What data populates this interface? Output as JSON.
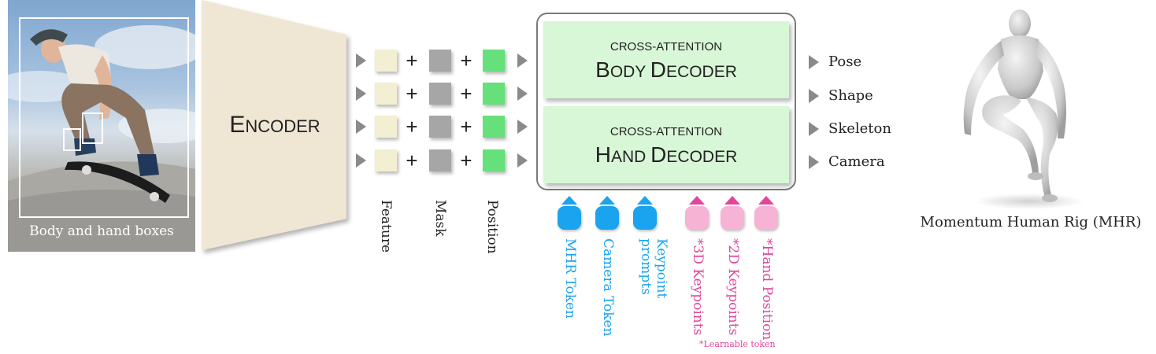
{
  "input": {
    "caption": "Body and hand boxes"
  },
  "encoder": {
    "label_first": "E",
    "label_rest": "NCODER"
  },
  "tokens": {
    "feature_label": "Feature",
    "mask_label": "Mask",
    "position_label": "Position",
    "plus": "+"
  },
  "decoders": [
    {
      "subtitle": "CROSS-ATTENTION",
      "title_first": "B",
      "title_rest": "ODY ",
      "title_second_first": "D",
      "title_second_rest": "ECODER"
    },
    {
      "subtitle": "CROSS-ATTENTION",
      "title_first": "H",
      "title_rest": "AND ",
      "title_second_first": "D",
      "title_second_rest": "ECODER"
    }
  ],
  "outputs": [
    "Pose",
    "Shape",
    "Skeleton",
    "Camera"
  ],
  "prompt_tokens": [
    {
      "label": "MHR Token",
      "color": "#1aa3ef"
    },
    {
      "label": "Camera Token",
      "color": "#1aa3ef"
    },
    {
      "label": "Keypoint prompts",
      "color": "#1aa3ef"
    },
    {
      "label": "*3D Keypoints",
      "color": "#e0479b"
    },
    {
      "label": "*2D Keypoints",
      "color": "#e0479b"
    },
    {
      "label": "*Hand Position",
      "color": "#e0479b"
    }
  ],
  "note": "*Learnable token",
  "model": {
    "caption": "Momentum Human Rig (MHR)"
  },
  "colors": {
    "feature": "#f2efd2",
    "mask": "#a6a6a6",
    "position": "#66e07a",
    "decoder": "#d8f7d7",
    "encoder": "#efe6d3"
  }
}
